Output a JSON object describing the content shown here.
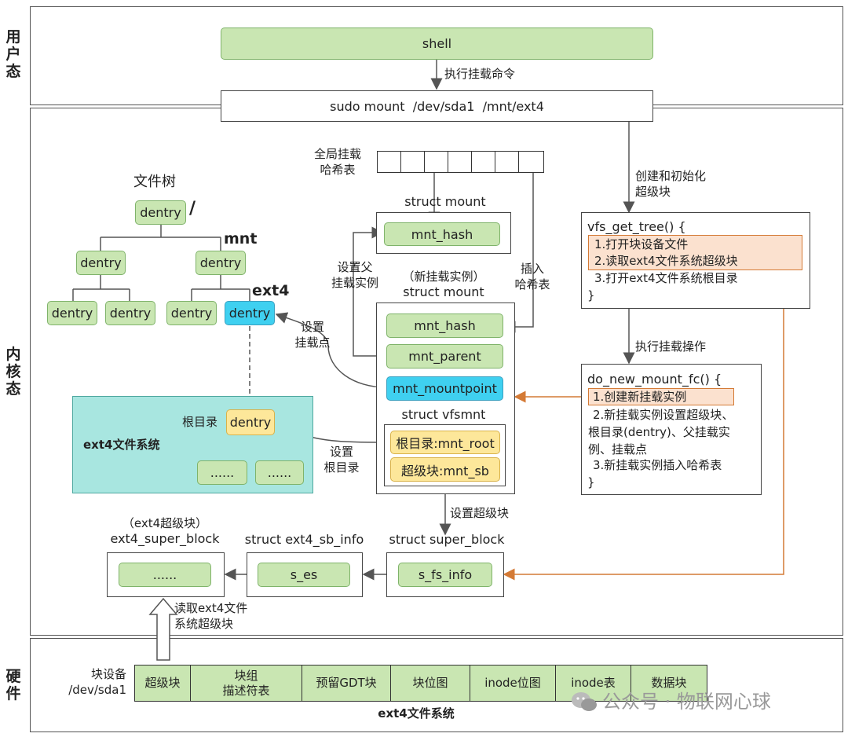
{
  "zones": {
    "user": "用户态",
    "kernel": "内核态",
    "hardware": "硬件"
  },
  "shell": "shell",
  "exec_mount_cmd": "执行挂载命令",
  "mount_cmd": "sudo mount  /dev/sda1  /mnt/ext4",
  "file_tree": {
    "title": "文件树",
    "root_dentry": "dentry",
    "root_slash": "/",
    "dentry_left": "dentry",
    "dentry_mnt": "dentry",
    "mnt_label": "mnt",
    "leaf_1": "dentry",
    "leaf_2": "dentry",
    "leaf_3": "dentry",
    "leaf_ext4": "dentry",
    "ext4_label": "ext4"
  },
  "hash_table": {
    "label_line1": "全局挂载",
    "label_line2": "哈希表"
  },
  "struct_mount_top": {
    "title": "struct mount",
    "field": "mnt_hash"
  },
  "labels": {
    "set_parent_1": "设置父",
    "set_parent_2": "挂载实例",
    "insert_hash_1": "插入",
    "insert_hash_2": "哈希表",
    "set_mountpoint_1": "设置",
    "set_mountpoint_2": "挂载点",
    "set_root_1": "设置",
    "set_root_2": "根目录",
    "create_init_1": "创建和初始化",
    "create_init_2": "超级块",
    "exec_mount_op": "执行挂载操作",
    "set_superblock": "设置超级块",
    "read_sb_1": "读取ext4文件",
    "read_sb_2": "系统超级块"
  },
  "new_mount": {
    "title_1": "（新挂载实例）",
    "title_2": "struct mount",
    "mnt_hash": "mnt_hash",
    "mnt_parent": "mnt_parent",
    "mnt_mountpoint": "mnt_mountpoint",
    "vfsmnt_title": "struct vfsmnt",
    "mnt_root": "根目录:mnt_root",
    "mnt_sb": "超级块:mnt_sb"
  },
  "ext4_fs_box": {
    "title": "ext4文件系统",
    "root_label": "根目录",
    "root_dentry": "dentry",
    "child_1": "......",
    "child_2": "......"
  },
  "vfs_get_tree": {
    "header": "vfs_get_tree() {",
    "line1": "1.打开块设备文件",
    "line2": "2.读取ext4文件系统超级块",
    "line3": "3.打开ext4文件系统根目录",
    "footer": "}"
  },
  "do_new_mount": {
    "header": "do_new_mount_fc() {",
    "line1": "1.创建新挂载实例",
    "line2a": "2.新挂载实例设置超级块、",
    "line2b": "根目录(dentry)、父挂载实",
    "line2c": "例、挂载点",
    "line3": "3.新挂载实例插入哈希表",
    "footer": "}"
  },
  "ext4_super_block": {
    "title_1": "（ext4超级块）",
    "title_2": "ext4_super_block",
    "field": "......"
  },
  "ext4_sb_info": {
    "title": "struct ext4_sb_info",
    "field": "s_es"
  },
  "super_block": {
    "title": "struct super_block",
    "field": "s_fs_info"
  },
  "hardware": {
    "device_1": "块设备",
    "device_2": "/dev/sda1",
    "cells": [
      "超级块",
      "块组\n描述符表",
      "预留GDT块",
      "块位图",
      "inode位图",
      "inode表",
      "数据块"
    ],
    "caption": "ext4文件系统"
  },
  "watermark": "公众号 · 物联网心球",
  "colors": {
    "green_fill": "#c9e6b2",
    "blue_fill": "#3fd0f0",
    "yellow_fill": "#fde79a",
    "teal_fill": "#a8e6e0",
    "orange_highlight": "#fbe1cf",
    "orange_arrow": "#d47a35"
  }
}
